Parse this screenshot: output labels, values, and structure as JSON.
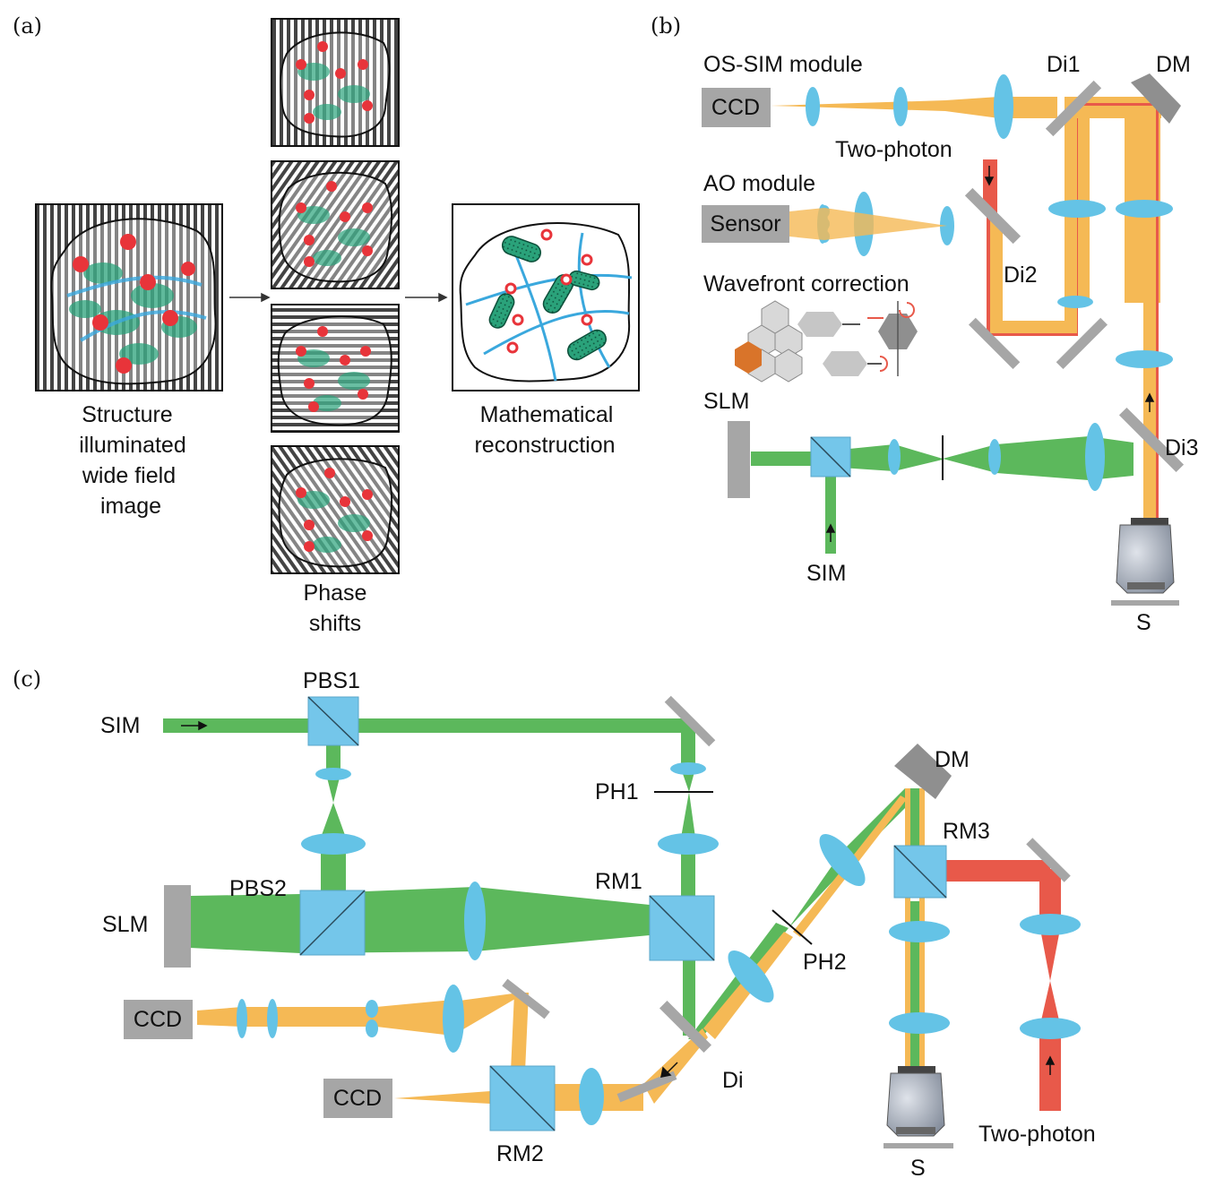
{
  "panels": {
    "a": "(a)",
    "b": "(b)",
    "c": "(c)"
  },
  "panel_a": {
    "left_caption": [
      "Structure",
      "illuminated",
      "wide field",
      "image"
    ],
    "middle_caption": [
      "Phase",
      "shifts"
    ],
    "right_caption": [
      "Mathematical",
      "reconstruction"
    ]
  },
  "panel_b": {
    "os_sim_module": "OS-SIM module",
    "ccd": "CCD",
    "di1": "Di1",
    "dm": "DM",
    "two_photon": "Two-photon",
    "ao_module": "AO module",
    "sensor": "Sensor",
    "di2": "Di2",
    "wavefront_correction": "Wavefront correction",
    "slm": "SLM",
    "di3": "Di3",
    "sim": "SIM",
    "s": "S"
  },
  "panel_c": {
    "pbs1": "PBS1",
    "sim": "SIM",
    "ph1": "PH1",
    "dm": "DM",
    "rm3": "RM3",
    "pbs2": "PBS2",
    "rm1": "RM1",
    "slm": "SLM",
    "ph2": "PH2",
    "ccd_top": "CCD",
    "di": "Di",
    "ccd_bottom": "CCD",
    "rm2": "RM2",
    "s": "S",
    "two_photon": "Two-photon"
  },
  "colors": {
    "green_beam": "#5cb85c",
    "orange_beam": "#f5b955",
    "red_beam": "#e8594a",
    "lens_blue": "#64c3e6",
    "cube_blue": "#74c6ea",
    "gray": "#a6a6a6",
    "cell_green": "#2aa27a",
    "spot_red": "#e8343a",
    "filament_blue": "#3aa8dd"
  }
}
